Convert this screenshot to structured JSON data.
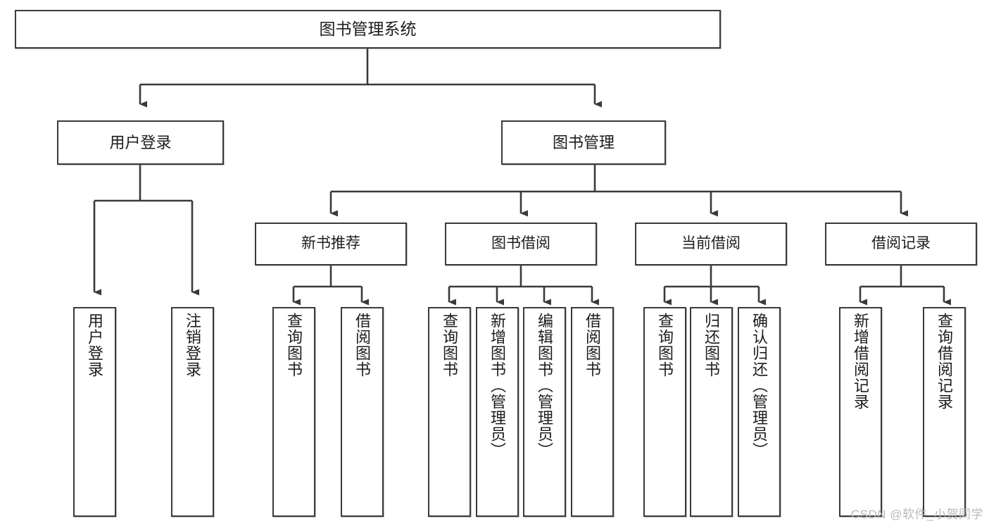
{
  "diagram": {
    "type": "tree-hierarchy",
    "title": "图书管理系统",
    "background": "#ffffff",
    "line_color": "#3a3a3a",
    "box_border_color": "#3a3a3a",
    "text_color": "#1c1c1c",
    "watermark": "CSDN @软件_小贺同学"
  },
  "nodes": {
    "root": {
      "label": "图书管理系统"
    },
    "level1": [
      {
        "id": "user-login",
        "label": "用户登录"
      },
      {
        "id": "book-manage",
        "label": "图书管理"
      }
    ],
    "level2": [
      {
        "id": "new-book-recommend",
        "label": "新书推荐"
      },
      {
        "id": "book-borrow",
        "label": "图书借阅"
      },
      {
        "id": "current-borrow",
        "label": "当前借阅"
      },
      {
        "id": "borrow-record",
        "label": "借阅记录"
      }
    ],
    "leaves": {
      "user_login": [
        {
          "id": "leaf-user-login",
          "label": "用户登录"
        },
        {
          "id": "leaf-logout-login",
          "label": "注销登录"
        }
      ],
      "new_book_recommend": [
        {
          "id": "leaf-query-book-1",
          "label": "查询图书"
        },
        {
          "id": "leaf-borrow-book-1",
          "label": "借阅图书"
        }
      ],
      "book_borrow": [
        {
          "id": "leaf-query-book-2",
          "label": "查询图书"
        },
        {
          "id": "leaf-add-book",
          "label": "新增图书（管理员）"
        },
        {
          "id": "leaf-edit-book",
          "label": "编辑图书（管理员）"
        },
        {
          "id": "leaf-borrow-book-2",
          "label": "借阅图书"
        }
      ],
      "current_borrow": [
        {
          "id": "leaf-query-book-3",
          "label": "查询图书"
        },
        {
          "id": "leaf-return-book",
          "label": "归还图书"
        },
        {
          "id": "leaf-confirm-return",
          "label": "确认归还（管理员）"
        }
      ],
      "borrow_record": [
        {
          "id": "leaf-add-record",
          "label": "新增借阅记录"
        },
        {
          "id": "leaf-query-record",
          "label": "查询借阅记录"
        }
      ]
    }
  }
}
